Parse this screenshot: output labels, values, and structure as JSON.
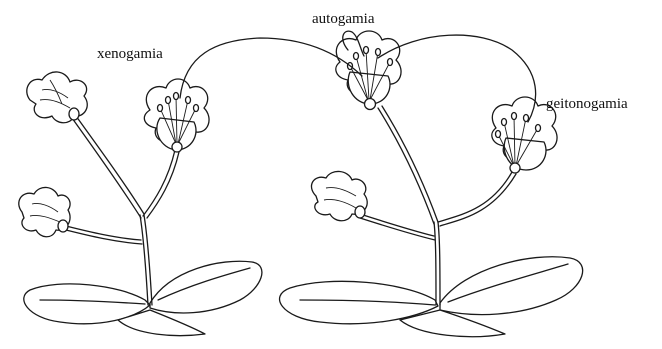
{
  "labels": {
    "xenogamia": "xenogamia",
    "autogamia": "autogamia",
    "geitonogamia": "geitonogamia"
  },
  "colors": {
    "line": "#1a1a1a",
    "background": "#ffffff"
  }
}
